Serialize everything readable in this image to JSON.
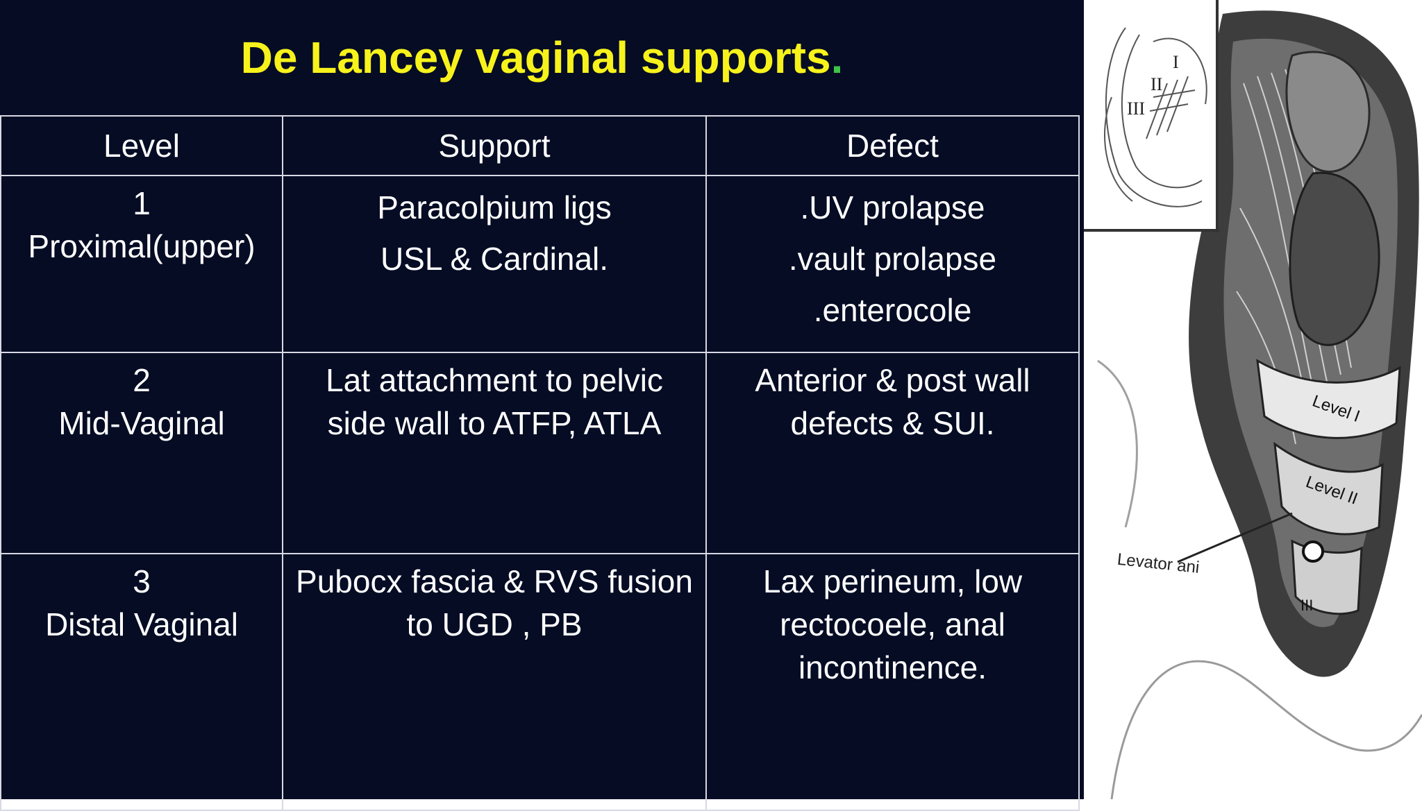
{
  "title": {
    "text": "De Lancey  vaginal supports",
    "period": "."
  },
  "table": {
    "headers": [
      "Level",
      "Support",
      "Defect"
    ],
    "rows": [
      {
        "level": [
          "1",
          "Proximal(upper)"
        ],
        "support": [
          "Paracolpium ligs",
          "USL & Cardinal."
        ],
        "defect": [
          ".UV prolapse",
          ".vault prolapse",
          ".enterocole"
        ]
      },
      {
        "level": [
          "2",
          "Mid-Vaginal"
        ],
        "support": [
          "Lat attachment to pelvic",
          "side wall to ATFP, ATLA"
        ],
        "defect": [
          "Anterior & post wall",
          "defects & SUI."
        ]
      },
      {
        "level": [
          "3",
          "Distal Vaginal"
        ],
        "support": [
          "Pubocx fascia & RVS fusion",
          "to UGD , PB"
        ],
        "defect": [
          "Lax perineum, low",
          "rectocoele, anal",
          "incontinence."
        ]
      }
    ]
  },
  "illustration": {
    "inset_labels": [
      "III",
      "II",
      "I"
    ],
    "labels": [
      "Level I",
      "Level II",
      "Levator ani",
      "III"
    ]
  },
  "colors": {
    "background": "#050c24",
    "title": "#f7f21b",
    "period": "#3ec447",
    "text": "#ffffff",
    "grid": "#d7d9e4"
  }
}
